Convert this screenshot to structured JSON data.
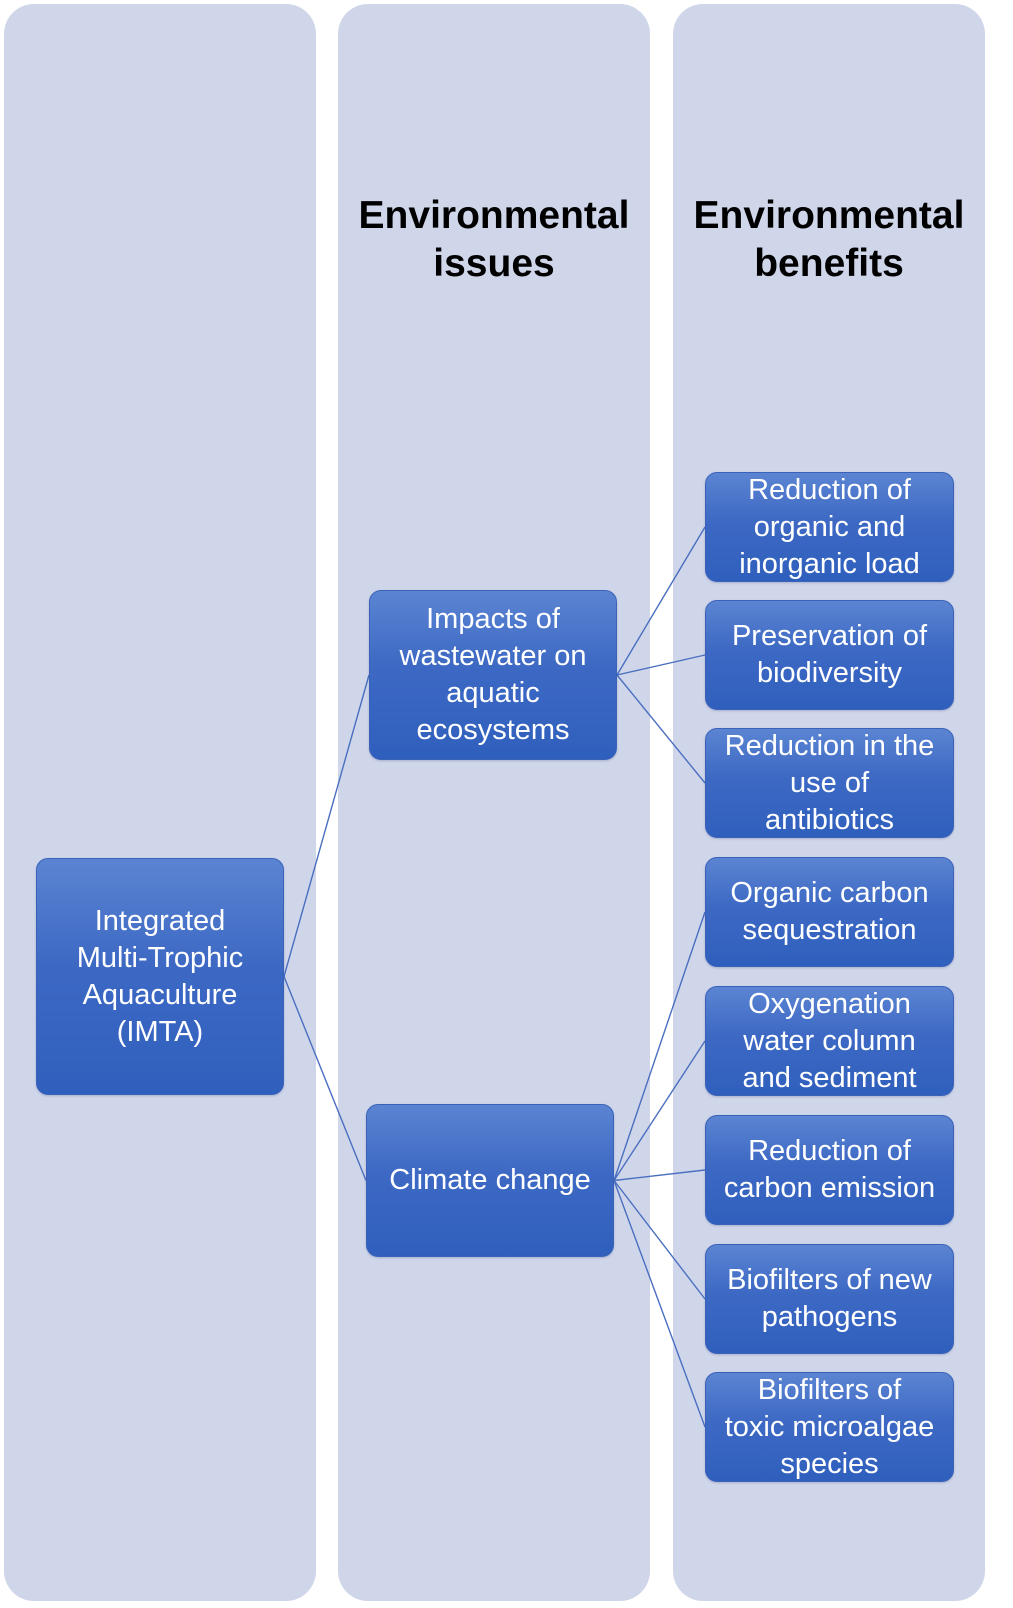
{
  "columns": [
    {
      "header": ""
    },
    {
      "header": "Environmental\nissues"
    },
    {
      "header": "Environmental\nbenefits"
    }
  ],
  "root": {
    "label": "Integrated\nMulti-Trophic\nAquaculture\n(IMTA)"
  },
  "issues": [
    {
      "label": "Impacts of\nwastewater on\naquatic\necosystems"
    },
    {
      "label": "Climate change"
    }
  ],
  "benefits": [
    {
      "label": "Reduction of\norganic and\ninorganic load",
      "issue": 0
    },
    {
      "label": "Preservation of\nbiodiversity",
      "issue": 0
    },
    {
      "label": "Reduction in the\nuse of\nantibiotics",
      "issue": 0
    },
    {
      "label": "Organic carbon\nsequestration",
      "issue": 1
    },
    {
      "label": "Oxygenation\nwater column\nand sediment",
      "issue": 1
    },
    {
      "label": "Reduction of\ncarbon emission",
      "issue": 1
    },
    {
      "label": "Biofilters of new\npathogens",
      "issue": 1
    },
    {
      "label": "Biofilters of\ntoxic microalgae\nspecies",
      "issue": 1
    }
  ],
  "colors": {
    "column_background": "#d0d6ea",
    "node_fill": "#3d69c4",
    "node_text": "#ffffff",
    "connector": "#4a6fc0"
  }
}
